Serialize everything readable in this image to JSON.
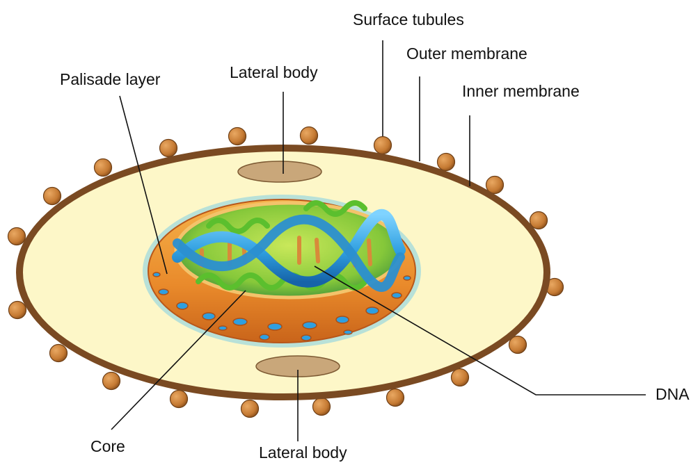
{
  "labels": {
    "surface_tubules": "Surface tubules",
    "outer_membrane": "Outer membrane",
    "inner_membrane": "Inner membrane",
    "palisade_layer": "Palisade layer",
    "lateral_body_top": "Lateral body",
    "lateral_body_bottom": "Lateral body",
    "core": "Core",
    "dna": "DNA"
  },
  "colors": {
    "outer_membrane": "#7a4a22",
    "cytoplasm": "#fdf7c8",
    "tubule": "#c9813c",
    "lateral_body": "#c9a77a",
    "core_wall": "#e98a2b",
    "core_interior": "#86c83a",
    "dna": "#2f9fe0",
    "leader_line": "#111111"
  },
  "icons": {
    "surface_tubule": "brown-sphere"
  }
}
